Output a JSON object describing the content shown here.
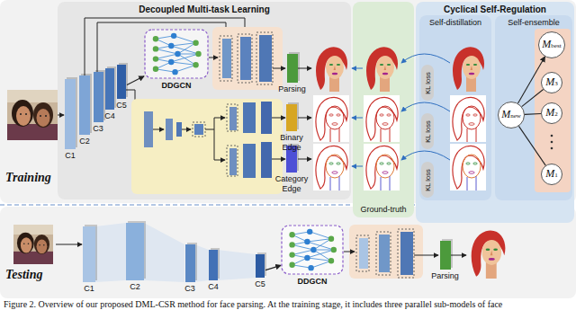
{
  "diagram": {
    "caption": "Figure 2. Overview of our proposed DML-CSR method for face parsing. At the training stage, it includes three parallel sub-models of face",
    "nodes": [
      {
        "text": [
          "Decoupled Multi-task Learning"
        ]
      },
      {
        "text": [
          "C1"
        ],
        "in": 0
      },
      {
        "text": [
          "C2"
        ],
        "in": 0
      },
      {
        "text": [
          "C3"
        ],
        "in": 0
      },
      {
        "text": [
          "C4"
        ],
        "in": 0
      },
      {
        "text": [
          "C5"
        ],
        "in": 0
      },
      {
        "text": [
          "DDGCN"
        ],
        "in": 0
      },
      {
        "text": [
          "Parsing"
        ],
        "in": 0
      },
      {
        "text": [
          "Binary Edge"
        ],
        "in": 0
      },
      {
        "text": [
          "Category Edge"
        ],
        "in": 0
      },
      {
        "text": [
          "Ground-truth"
        ]
      },
      {
        "text": [
          "Cyclical Self-Regulation"
        ]
      },
      {
        "text": [
          "Self-distillation"
        ],
        "in": 11
      },
      {
        "text": [
          "KL loss"
        ],
        "in": 12
      },
      {
        "text": [
          "KL loss"
        ],
        "in": 12
      },
      {
        "text": [
          "KL loss"
        ],
        "in": 12
      },
      {
        "text": [
          "Self-ensemble"
        ],
        "in": 11
      },
      {
        "text": [
          "Mbest"
        ],
        "in": 16
      },
      {
        "text": [
          "Mnew"
        ],
        "in": 16
      },
      {
        "text": [
          "M3"
        ],
        "in": 16
      },
      {
        "text": [
          "M2"
        ],
        "in": 16
      },
      {
        "text": [
          "M1"
        ],
        "in": 16
      },
      {
        "text": [
          "C1"
        ]
      },
      {
        "text": [
          "C2"
        ]
      },
      {
        "text": [
          "C3"
        ]
      },
      {
        "text": [
          "C4"
        ]
      },
      {
        "text": [
          "C5"
        ]
      },
      {
        "text": [
          "DDGCN"
        ]
      },
      {
        "text": [
          "Parsing"
        ]
      }
    ],
    "edges": [
      {
        "from": 5,
        "to": 6,
        "arrow": "to"
      },
      {
        "from": 18,
        "to": 17,
        "arrow": "to"
      },
      {
        "from": 19,
        "to": 18,
        "arrow": "none"
      },
      {
        "from": 20,
        "to": 18,
        "arrow": "none"
      },
      {
        "from": 21,
        "to": 18,
        "arrow": "none"
      },
      {
        "from": 26,
        "to": 27,
        "arrow": "to"
      }
    ],
    "labels": [
      "Training",
      "Testing"
    ]
  }
}
